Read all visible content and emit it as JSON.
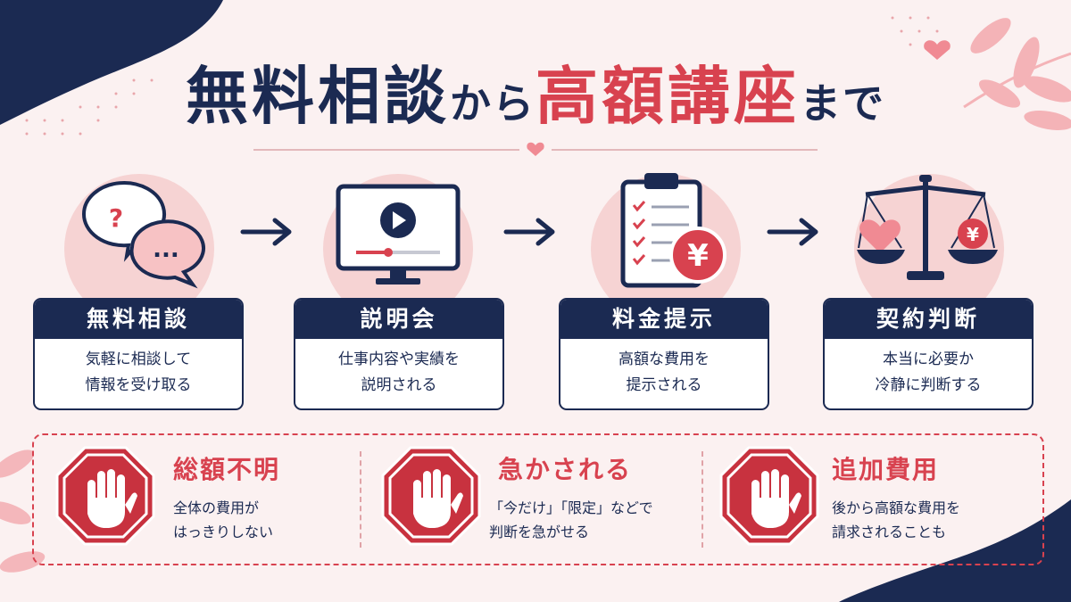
{
  "title": {
    "part1": "無料相談",
    "part2": "から",
    "part3": "高額講座",
    "part4": "まで"
  },
  "steps": [
    {
      "label": "無料相談",
      "lines": [
        "気軽に相談して",
        "情報を受け取る"
      ],
      "icon": "speech-bubbles-icon"
    },
    {
      "label": "説明会",
      "lines": [
        "仕事内容や実績を",
        "説明される"
      ],
      "icon": "video-monitor-icon"
    },
    {
      "label": "料金提示",
      "lines": [
        "高額な費用を",
        "提示される"
      ],
      "icon": "clipboard-yen-icon"
    },
    {
      "label": "契約判断",
      "lines": [
        "本当に必要か",
        "冷静に判断する"
      ],
      "icon": "balance-scale-icon"
    }
  ],
  "icon_text": {
    "question": "?",
    "dots": "...",
    "yen": "¥"
  },
  "warnings": [
    {
      "title": "総額不明",
      "lines": [
        "全体の費用が",
        "はっきりしない"
      ],
      "icon": "stop-hand-icon"
    },
    {
      "title": "急かされる",
      "lines": [
        "「今だけ」「限定」などで",
        "判断を急がせる"
      ],
      "icon": "stop-hand-icon"
    },
    {
      "title": "追加費用",
      "lines": [
        "後から高額な費用を",
        "請求されることも"
      ],
      "icon": "stop-hand-icon"
    }
  ],
  "colors": {
    "navy": "#1b2a52",
    "accent_red": "#d8424f",
    "pink": "#f6d3d3",
    "background": "#fbf1f1"
  }
}
